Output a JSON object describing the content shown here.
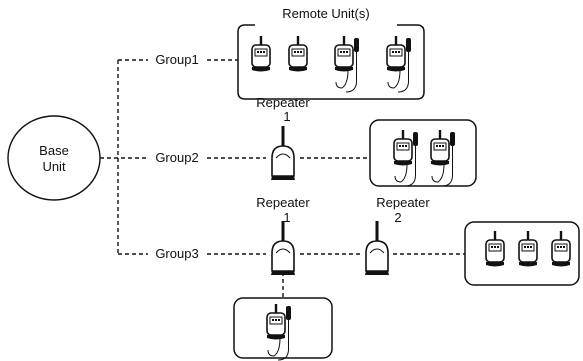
{
  "base_unit": {
    "line1": "Base",
    "line2": "Unit"
  },
  "remote_units_title": "Remote Unit(s)",
  "groups": [
    {
      "label": "Group1"
    },
    {
      "label": "Group2"
    },
    {
      "label": "Group3"
    }
  ],
  "repeaters": [
    {
      "word": "Repeater",
      "number": "1"
    },
    {
      "word": "Repeater",
      "number": "1"
    },
    {
      "word": "Repeater",
      "number": "2"
    }
  ],
  "icons": {
    "remote_unit": "data-logger-icon",
    "remote_unit_probe": "data-logger-with-probe-icon",
    "repeater": "repeater-icon"
  }
}
